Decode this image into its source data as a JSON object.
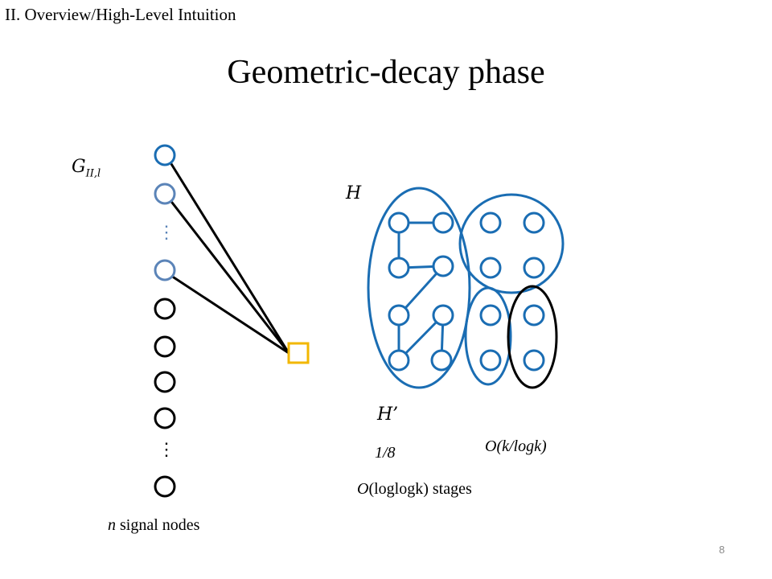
{
  "header": {
    "section_label": "II. Overview/High-Level Intuition",
    "title": "Geometric-decay phase"
  },
  "labels": {
    "graph_base": "G",
    "graph_subscript": "II,l",
    "set_H": "H",
    "set_H_prime": "H’",
    "fraction": "1/8",
    "complexity_O": "O",
    "complexity_arg": "(k/logk)",
    "stages_O": "O",
    "stages_rest": "(loglogk) stages",
    "signal_n": "n",
    "signal_rest": " signal nodes",
    "vertical_ellipsis": "⋮"
  },
  "colors": {
    "blue": "#1a6db3",
    "light_blue": "#5b84b8",
    "black": "#000000",
    "yellow": "#f2b700"
  },
  "footer": {
    "page_number": "8"
  }
}
